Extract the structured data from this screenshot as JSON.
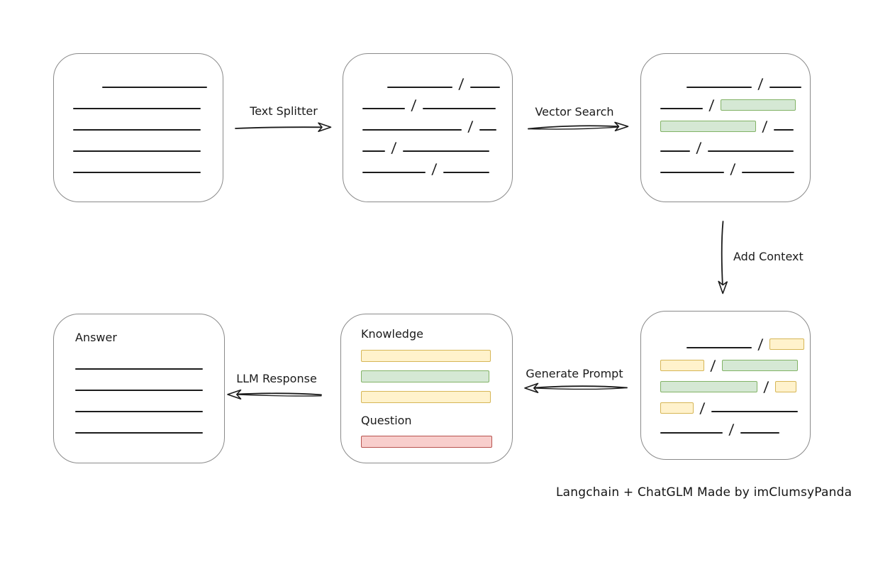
{
  "caption": "Langchain + ChatGLM Made by imClumsyPanda",
  "glyphs": {
    "slash": "/"
  },
  "colors": {
    "green_fill": "#d5e8d4",
    "green_border": "#82b366",
    "yellow_fill": "#fff2cc",
    "yellow_border": "#d6b656",
    "red_fill": "#f8cecc",
    "red_border": "#b85450",
    "ink": "#1b1b1b",
    "box_border": "#8a8a8a"
  },
  "arrows": {
    "text_splitter": {
      "label": "Text Splitter",
      "direction": "right"
    },
    "vector_search": {
      "label": "Vector Search",
      "direction": "right"
    },
    "add_context": {
      "label": "Add Context",
      "direction": "down"
    },
    "generate_prompt": {
      "label": "Generate Prompt",
      "direction": "left"
    },
    "llm_response": {
      "label": "LLM Response",
      "direction": "left"
    }
  },
  "nodes": {
    "document": {
      "rows": [
        [
          {
            "k": "gap",
            "w": 32
          },
          {
            "k": "line",
            "w": 148
          }
        ],
        [
          {
            "k": "line",
            "w": 180
          }
        ],
        [
          {
            "k": "line",
            "w": 180
          }
        ],
        [
          {
            "k": "line",
            "w": 180
          }
        ],
        [
          {
            "k": "line",
            "w": 180
          }
        ]
      ]
    },
    "chunks": {
      "rows": [
        [
          {
            "k": "gap",
            "w": 26
          },
          {
            "k": "line",
            "w": 92
          },
          {
            "k": "slash"
          },
          {
            "k": "line",
            "w": 42
          }
        ],
        [
          {
            "k": "line",
            "w": 60
          },
          {
            "k": "slash"
          },
          {
            "k": "line",
            "w": 103
          }
        ],
        [
          {
            "k": "line",
            "w": 140
          },
          {
            "k": "slash"
          },
          {
            "k": "line",
            "w": 24
          }
        ],
        [
          {
            "k": "line",
            "w": 32
          },
          {
            "k": "slash"
          },
          {
            "k": "line",
            "w": 122
          }
        ],
        [
          {
            "k": "line",
            "w": 89
          },
          {
            "k": "slash"
          },
          {
            "k": "line",
            "w": 65
          }
        ]
      ]
    },
    "matched_chunks": {
      "rows": [
        [
          {
            "k": "gap",
            "w": 28
          },
          {
            "k": "line",
            "w": 92
          },
          {
            "k": "slash"
          },
          {
            "k": "line",
            "w": 45
          }
        ],
        [
          {
            "k": "line",
            "w": 60
          },
          {
            "k": "slash"
          },
          {
            "k": "green",
            "w": 106
          }
        ],
        [
          {
            "k": "green",
            "w": 135
          },
          {
            "k": "slash"
          },
          {
            "k": "line",
            "w": 28
          }
        ],
        [
          {
            "k": "line",
            "w": 42
          },
          {
            "k": "slash"
          },
          {
            "k": "line",
            "w": 121
          }
        ],
        [
          {
            "k": "line",
            "w": 90
          },
          {
            "k": "slash"
          },
          {
            "k": "line",
            "w": 74
          }
        ]
      ]
    },
    "context_chunks": {
      "rows": [
        [
          {
            "k": "gap",
            "w": 28
          },
          {
            "k": "line",
            "w": 92
          },
          {
            "k": "slash"
          },
          {
            "k": "yellow",
            "w": 49
          }
        ],
        [
          {
            "k": "yellow",
            "w": 62
          },
          {
            "k": "slash"
          },
          {
            "k": "green",
            "w": 107
          }
        ],
        [
          {
            "k": "green",
            "w": 137
          },
          {
            "k": "slash"
          },
          {
            "k": "yellow",
            "w": 30
          }
        ],
        [
          {
            "k": "yellow",
            "w": 47
          },
          {
            "k": "slash"
          },
          {
            "k": "line",
            "w": 122
          }
        ],
        [
          {
            "k": "line",
            "w": 88
          },
          {
            "k": "slash"
          },
          {
            "k": "line",
            "w": 55
          }
        ]
      ]
    },
    "prompt": {
      "knowledge_label": "Knowledge",
      "question_label": "Question",
      "knowledge_bars": [
        {
          "color": "yellow",
          "w": 183
        },
        {
          "color": "green",
          "w": 181
        },
        {
          "color": "yellow",
          "w": 183
        }
      ],
      "question_bars": [
        {
          "color": "red",
          "w": 185
        }
      ]
    },
    "answer": {
      "label": "Answer",
      "lines": {
        "count": 4,
        "width": 180
      }
    }
  }
}
